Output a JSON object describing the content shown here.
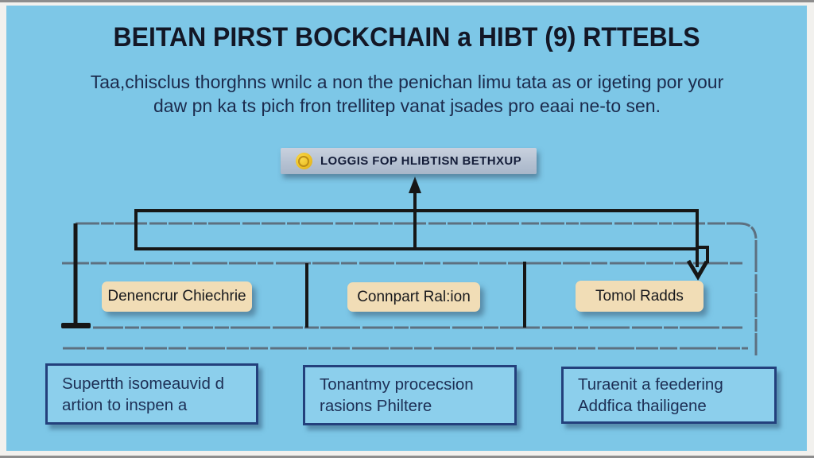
{
  "title": "BEITAN PIRST BOCKCHAIN a HIBT (9) RTTEBLS",
  "subtitle": {
    "line1": "Taa,chisclus thorghns wnilc a non the penichan limu tata as or igeting por your",
    "line2": "daw pn ka ts pich fron trellitep vanat jsades pro eaai ne-to sen."
  },
  "badge": {
    "label": "LOGGIS FOP HLIBTISN BETHXUP",
    "icon": "gold-coin-icon"
  },
  "middle_boxes": [
    {
      "label": "Denencrur Chiechrie"
    },
    {
      "label": "Connpart Ral:ion"
    },
    {
      "label": "Tomol Radds"
    }
  ],
  "bottom_boxes": [
    {
      "line1": "Supertth isomeauvid d",
      "line2": "artion to inspen a"
    },
    {
      "line1": "Tonantmy procecsion",
      "line2": "rasions Philtere"
    },
    {
      "line1": "Turaenit a feedering",
      "line2": "Addfica thailigene"
    }
  ],
  "colors": {
    "background": "#7dc7e7",
    "frame": "#f2f1ee",
    "title_text": "#131726",
    "body_text": "#1c2b4d",
    "badge_bg": "#bcc6d5",
    "badge_text": "#141d39",
    "icon_gold": "#f0c428",
    "tan_box_bg": "#f1ddb6",
    "outline_box_border": "#23407c",
    "outline_box_fill": "#8ccfec",
    "line_black": "#161616",
    "line_gray": "#5d7080"
  }
}
